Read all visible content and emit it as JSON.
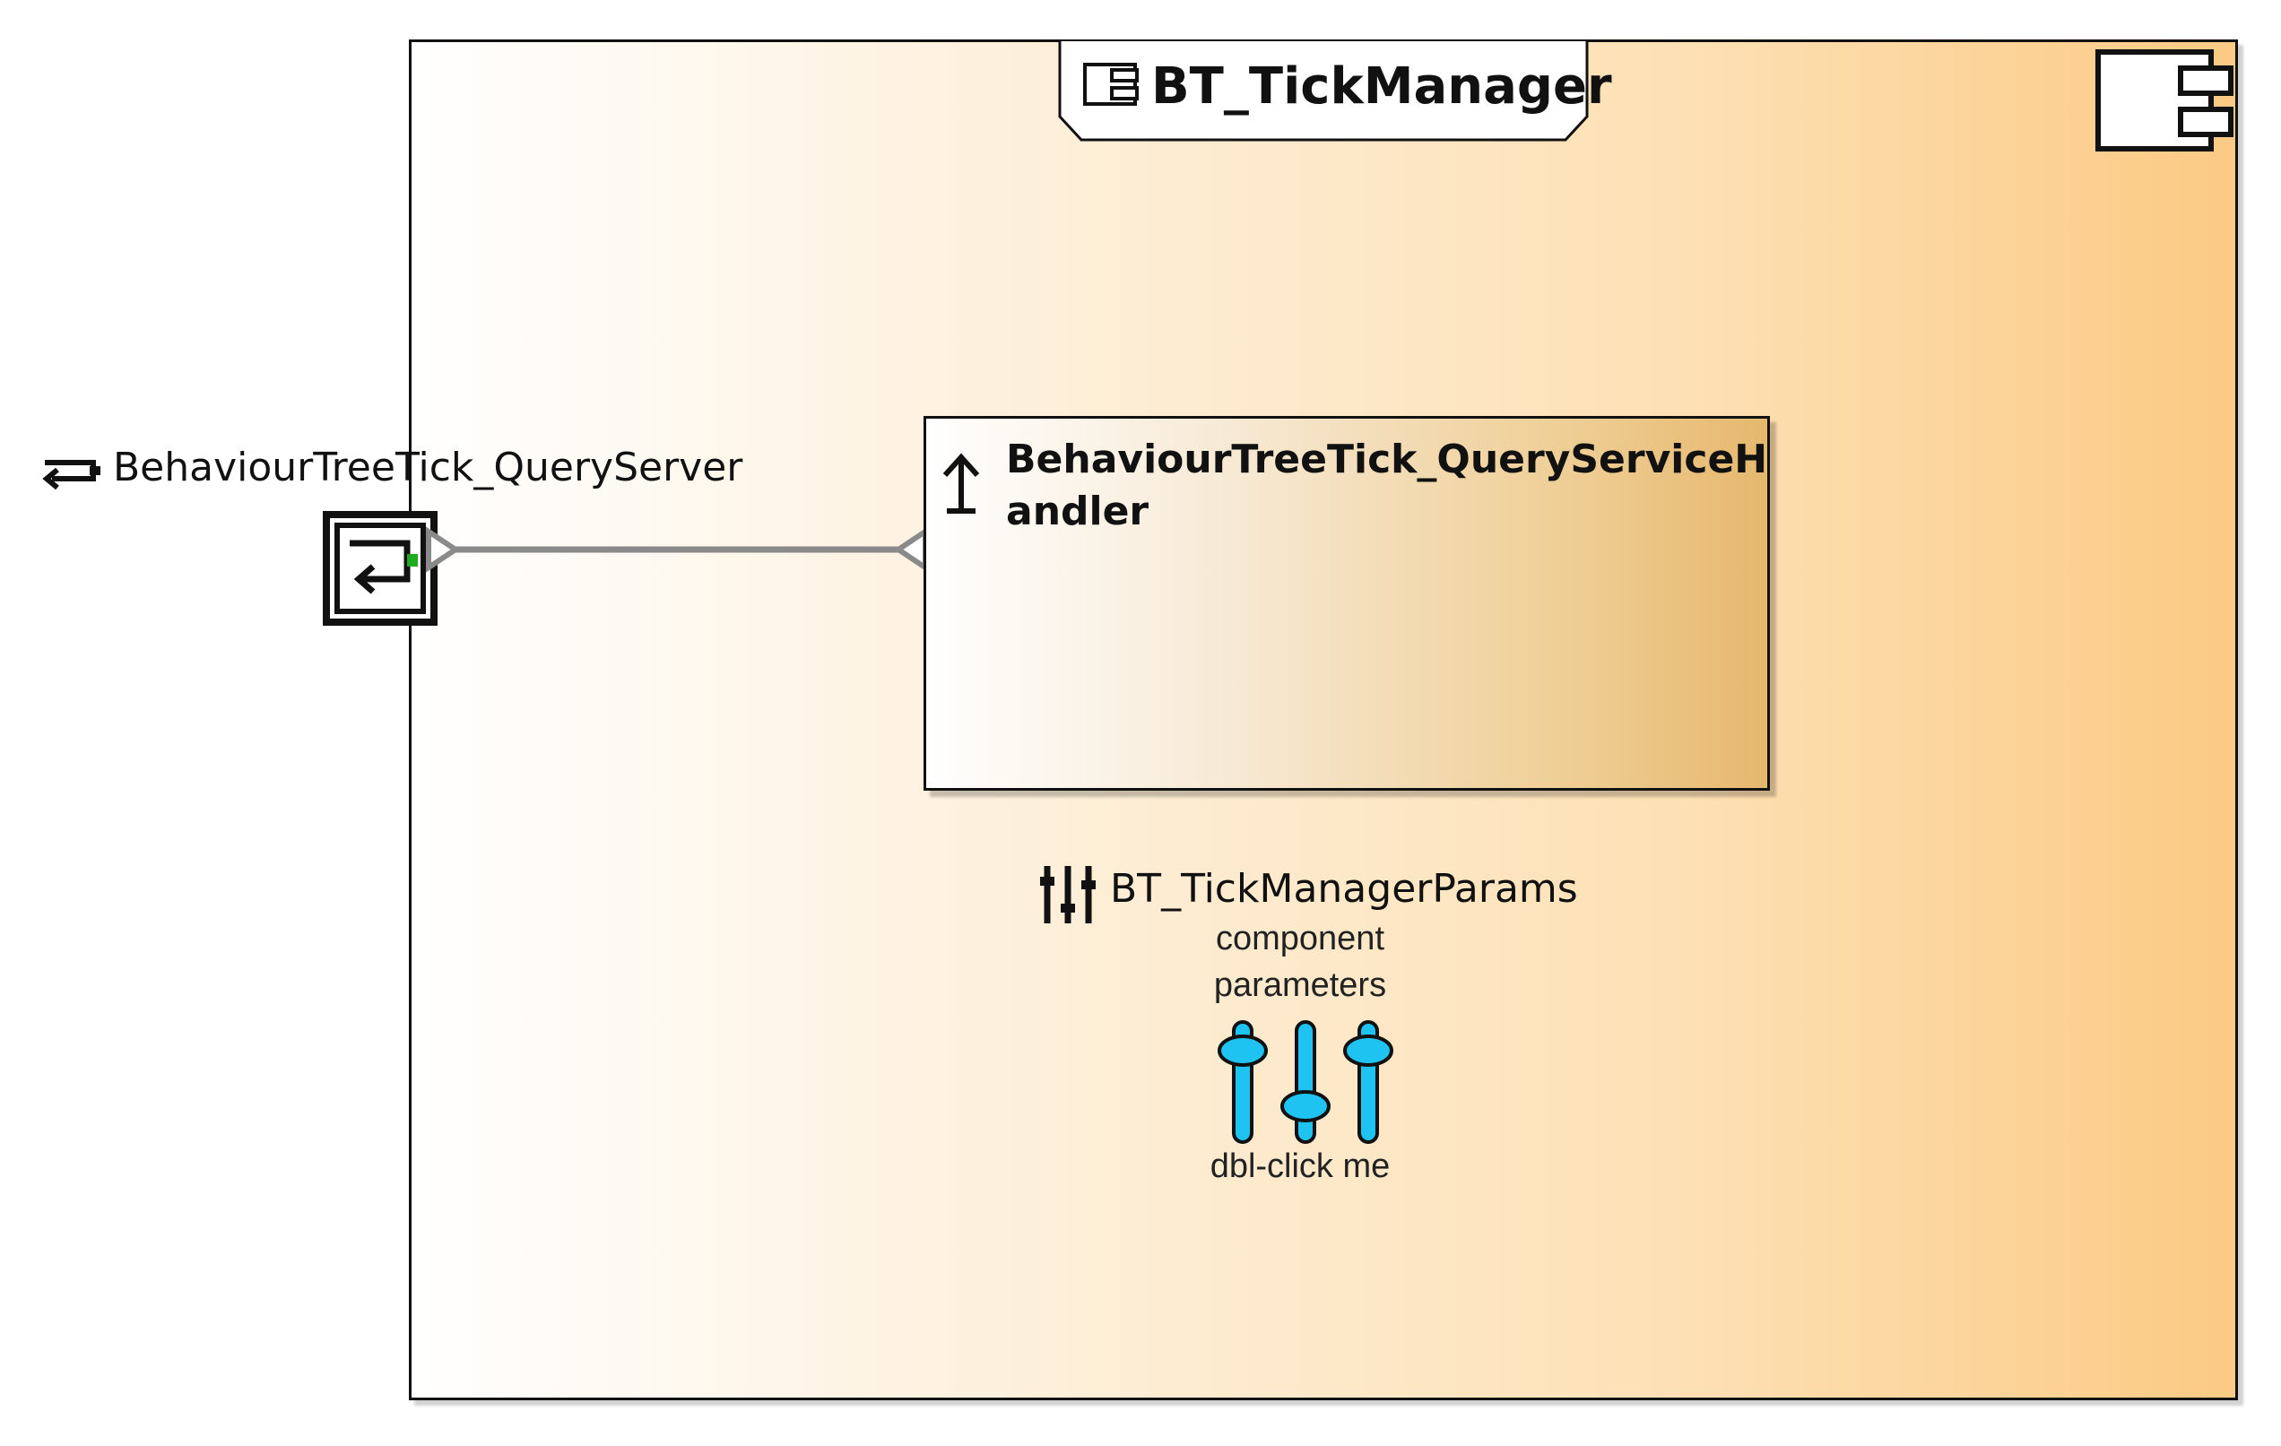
{
  "component": {
    "title": "BT_TickManager",
    "title_icon": "component-icon",
    "corner_icon": "component-icon"
  },
  "port": {
    "label": "BehaviourTreeTick_QueryServer",
    "label_icon": "query-server-port-icon",
    "box_icon": "query-server-port-icon"
  },
  "handler": {
    "title": "BehaviourTreeTick_QueryServiceHandler",
    "icon": "upward-arrow-icon"
  },
  "params": {
    "label": "BT_TickManagerParams",
    "icon": "sliders-icon",
    "line1": "component",
    "line2": "parameters",
    "action": "dbl-click me",
    "slider_color": "#1ec3f2"
  },
  "colors": {
    "connector": "#8a8a8a",
    "port_accent": "#1faa1f"
  }
}
